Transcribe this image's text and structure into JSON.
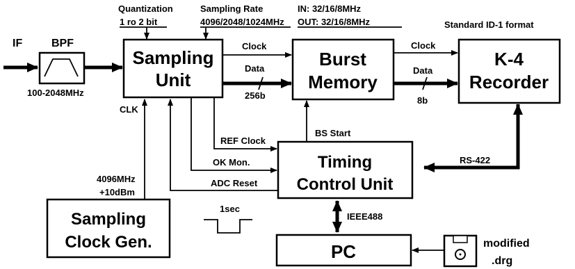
{
  "blocks": {
    "sampling_unit": [
      "Sampling",
      "Unit"
    ],
    "burst_memory": [
      "Burst",
      "Memory"
    ],
    "k4_recorder": [
      "K-4",
      "Recorder"
    ],
    "timing_control_unit": [
      "Timing",
      "Control Unit"
    ],
    "sampling_clock_gen": [
      "Sampling",
      "Clock Gen."
    ],
    "pc": "PC"
  },
  "labels": {
    "if": "IF",
    "bpf": "BPF",
    "bpf_range": "100-2048MHz",
    "quantization": "Quantization",
    "quantization_value": "1 ro 2 bit",
    "sampling_rate": "Sampling Rate",
    "sampling_rate_value": "4096/2048/1024MHz",
    "in_rate": "IN: 32/16/8MHz",
    "out_rate": "OUT: 32/16/8MHz",
    "standard_format": "Standard ID-1 format",
    "clock_1": "Clock",
    "data_1": "Data",
    "width_1": "256b",
    "clock_2": "Clock",
    "data_2": "Data",
    "width_2": "8b",
    "clk": "CLK",
    "bs_start": "BS Start",
    "ref_clock": "REF Clock",
    "ok_mon": "OK Mon.",
    "adc_reset": "ADC Reset",
    "clock_freq": "4096MHz",
    "clock_power": "+10dBm",
    "pulse": "1sec",
    "rs422": "RS-422",
    "ieee488": "IEEE488",
    "modified": "modified",
    "drg": ".drg"
  }
}
